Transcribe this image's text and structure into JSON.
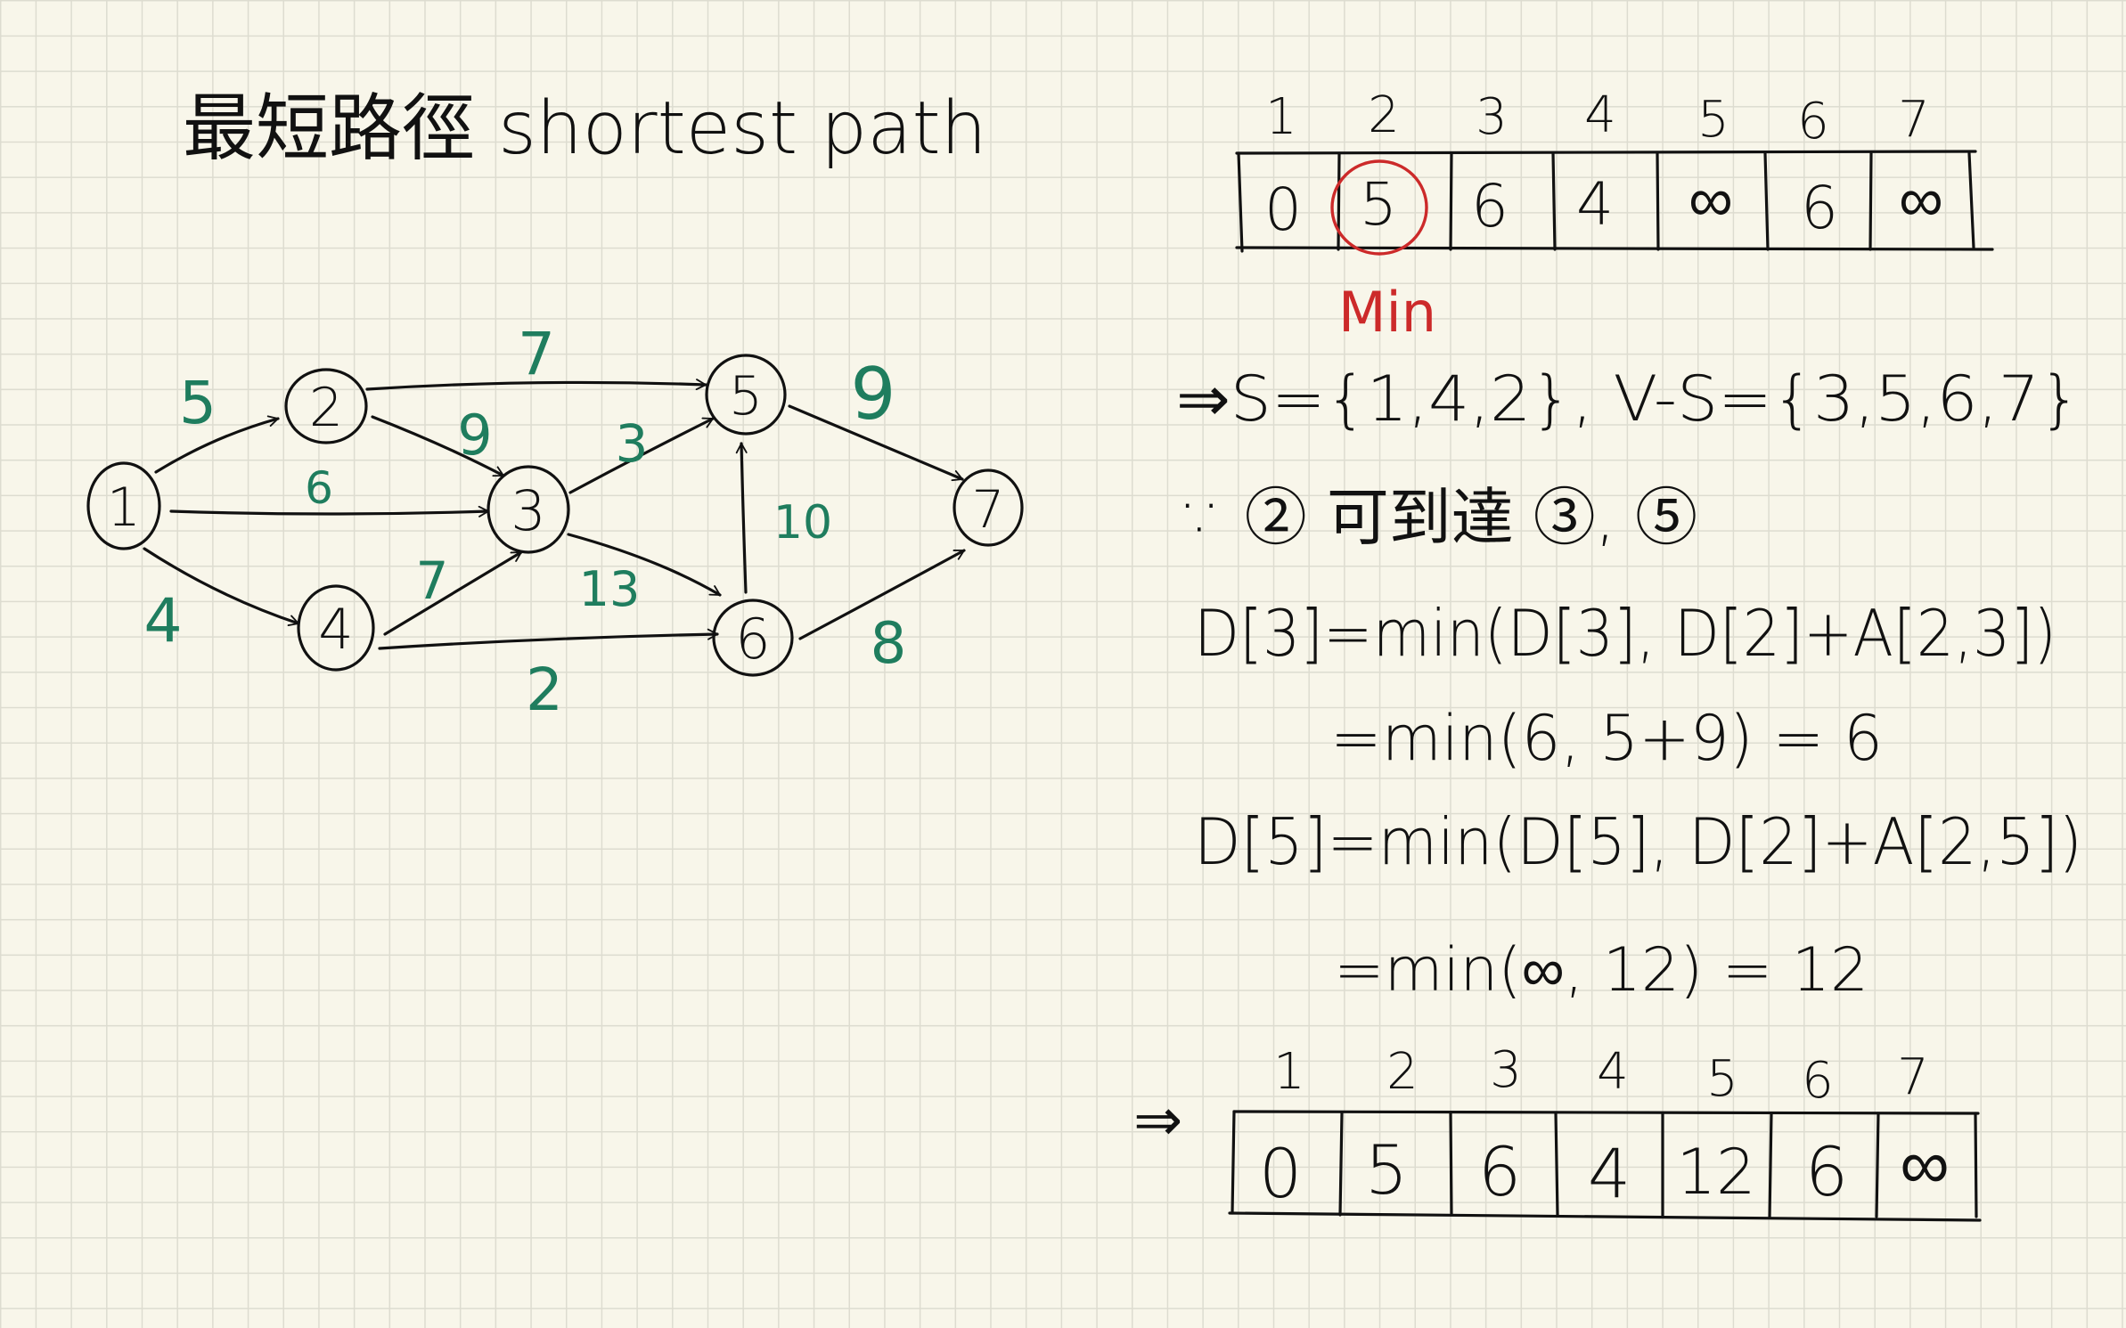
{
  "title": "最短路徑 shortest path",
  "graph": {
    "nodes": [
      {
        "id": "1",
        "label": "1"
      },
      {
        "id": "2",
        "label": "2"
      },
      {
        "id": "3",
        "label": "3"
      },
      {
        "id": "4",
        "label": "4"
      },
      {
        "id": "5",
        "label": "5"
      },
      {
        "id": "6",
        "label": "6"
      },
      {
        "id": "7",
        "label": "7"
      }
    ],
    "edges": [
      {
        "from": "1",
        "to": "2",
        "weight": "5"
      },
      {
        "from": "1",
        "to": "3",
        "weight": "6"
      },
      {
        "from": "1",
        "to": "4",
        "weight": "4"
      },
      {
        "from": "2",
        "to": "5",
        "weight": "7"
      },
      {
        "from": "2",
        "to": "3",
        "weight": "9"
      },
      {
        "from": "3",
        "to": "5",
        "weight": "3"
      },
      {
        "from": "4",
        "to": "3",
        "weight": "7"
      },
      {
        "from": "3",
        "to": "6",
        "weight": "13"
      },
      {
        "from": "4",
        "to": "6",
        "weight": "2"
      },
      {
        "from": "6",
        "to": "5",
        "weight": "10"
      },
      {
        "from": "5",
        "to": "7",
        "weight": "9"
      },
      {
        "from": "6",
        "to": "7",
        "weight": "8"
      }
    ]
  },
  "table1": {
    "headers": [
      "1",
      "2",
      "3",
      "4",
      "5",
      "6",
      "7"
    ],
    "values": [
      "0",
      "5",
      "6",
      "4",
      "∞",
      "6",
      "∞"
    ],
    "highlight_index": 1,
    "highlight_label": "Min"
  },
  "steps": [
    "⇒S={1,4,2}, V-S={3,5,6,7}",
    "∵ ② 可到達 ③, ⑤",
    "D[3]=min(D[3], D[2]+A[2,3])",
    "=min(6, 5+9) = 6",
    "D[5]=min(D[5], D[2]+A[2,5])",
    "=min(∞, 12) = 12"
  ],
  "result_arrow": "⇒",
  "table2": {
    "headers": [
      "1",
      "2",
      "3",
      "4",
      "5",
      "6",
      "7"
    ],
    "values": [
      "0",
      "5",
      "6",
      "4",
      "12",
      "6",
      "∞"
    ]
  },
  "colors": {
    "ink": "#111111",
    "edge_weight": "#1f7d5e",
    "highlight": "#cc2a2a",
    "paper": "#f8f6ea",
    "grid": "#dddcd0"
  }
}
